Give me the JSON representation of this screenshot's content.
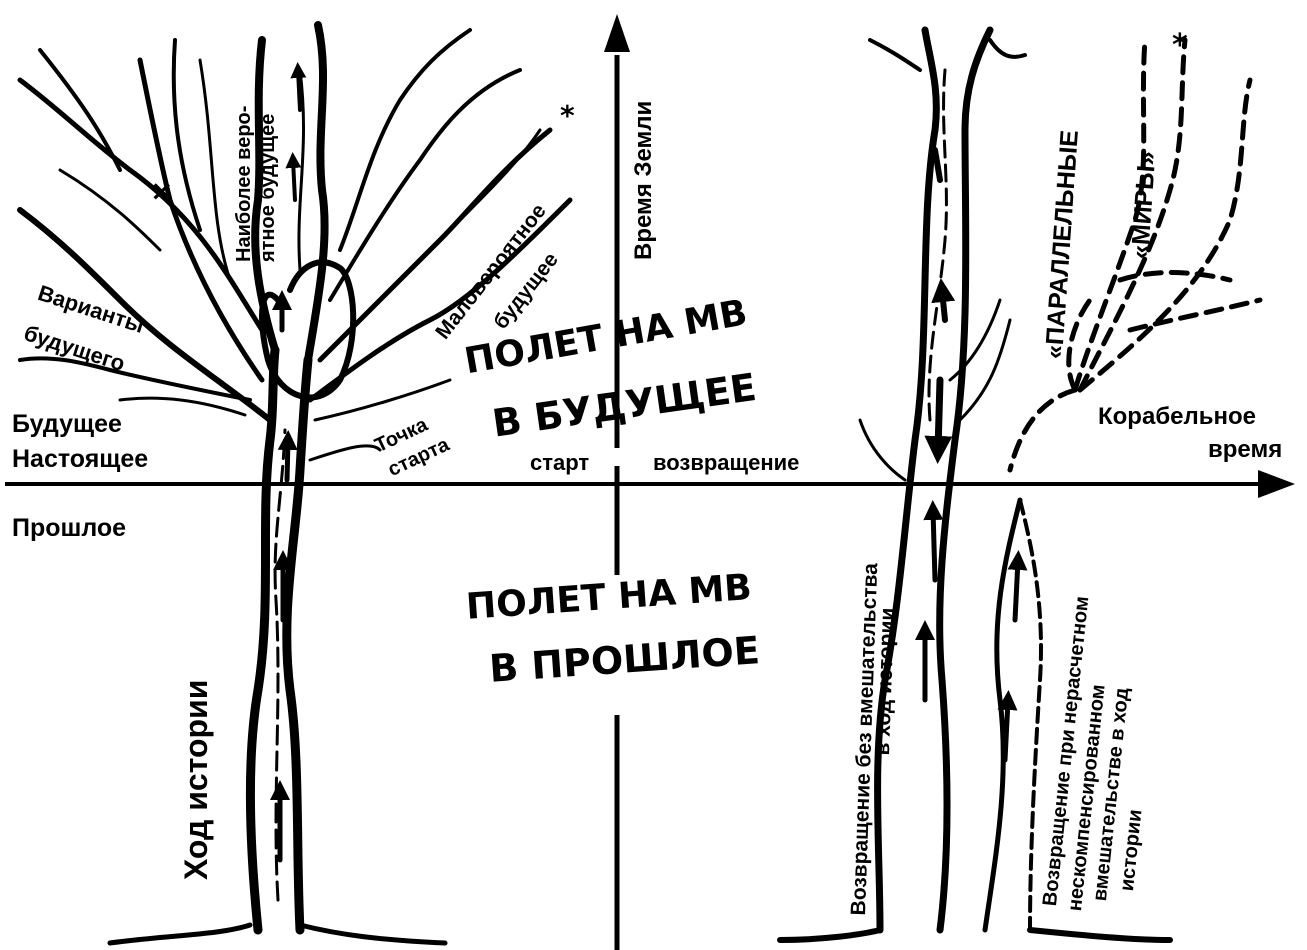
{
  "axis_labels": {
    "earth_time": "Время Земли",
    "ship_time_line1": "Корабельное",
    "ship_time_line2": "время",
    "start": "старт",
    "return": "возвращение"
  },
  "time_zones": {
    "future": "Будущее",
    "present": "Настоящее",
    "past": "Прошлое"
  },
  "left_tree": {
    "variants_line1": "Варианты",
    "variants_line2": "будущего",
    "most_probable_line1": "Наиболее веро-",
    "most_probable_line2": "ятное будущее",
    "unlikely_line1": "Маловероятное",
    "unlikely_line2": "будущее",
    "start_point_line1": "Точка",
    "start_point_line2": "старта",
    "history_course": "Ход истории"
  },
  "flight_future": {
    "line1": "ПОЛЕТ НА МВ",
    "line2": "В БУДУЩЕЕ"
  },
  "flight_past": {
    "line1": "ПОЛЕТ НА МВ",
    "line2": "В ПРОШЛОЕ"
  },
  "right_tree": {
    "parallel_line1": "«ПАРАЛЛЕЛЬНЫЕ",
    "parallel_line2": "«МИРЫ»",
    "return_no_interference_line1": "Возвращение без вмешательства",
    "return_no_interference_line2": "в ход истории",
    "return_uncompensated_line1": "Возвращение при нерасчетном",
    "return_uncompensated_line2": "нескомпенсированном",
    "return_uncompensated_line3": "вмешательстве в ход",
    "return_uncompensated_line4": "истории"
  }
}
